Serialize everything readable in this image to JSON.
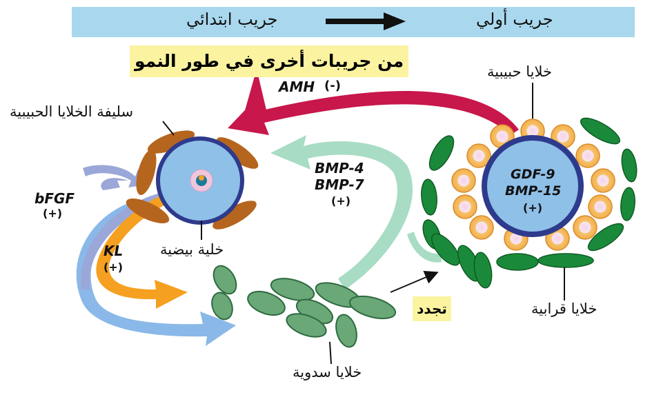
{
  "banner": {
    "secondary_follicle": "جريب ابتدائي",
    "primary_follicle": "جريب أولي"
  },
  "notes": {
    "from_other_follicles": "من جريبات أخرى في طور النمو",
    "renewal": "تجدد"
  },
  "labels": {
    "granulosa_precursor": "سليفة الخلايا الحبيبية",
    "granulosa_cells": "خلايا حبيبية",
    "oocyte": "خلية بيضية",
    "theca_cells": "خلايا قرابية",
    "stromal_cells": "خلايا سدوية"
  },
  "factors": {
    "amh": "AMH",
    "amh_sign": "(-)",
    "bmp4": "BMP-4",
    "bmp7": "BMP-7",
    "bmp_sign": "(+)",
    "gdf9": "GDF-9",
    "bmp15": "BMP-15",
    "gdf_sign": "(+)",
    "bfgf": "bFGF",
    "bfgf_sign": "(+)",
    "kl": "KL",
    "kl_sign": "(+)"
  },
  "colors": {
    "banner": "#a9d8ee",
    "highlight": "#fbf3a0",
    "amh_arrow": "#c8174a",
    "bmp_arrow": "#a8dcc4",
    "bfgf_arrow": "#9aa7d8",
    "kl_arrow": "#f5a020",
    "blue_arrow": "#8ab8e8",
    "oocyte_blue": "#8ec0e8",
    "zona_dark": "#2e3a8c",
    "granulosa_orange": "#b5651d",
    "granulosa_fill": "#f6c06a",
    "theca_green": "#1a8a3a",
    "stroma_green": "#6aa878"
  }
}
